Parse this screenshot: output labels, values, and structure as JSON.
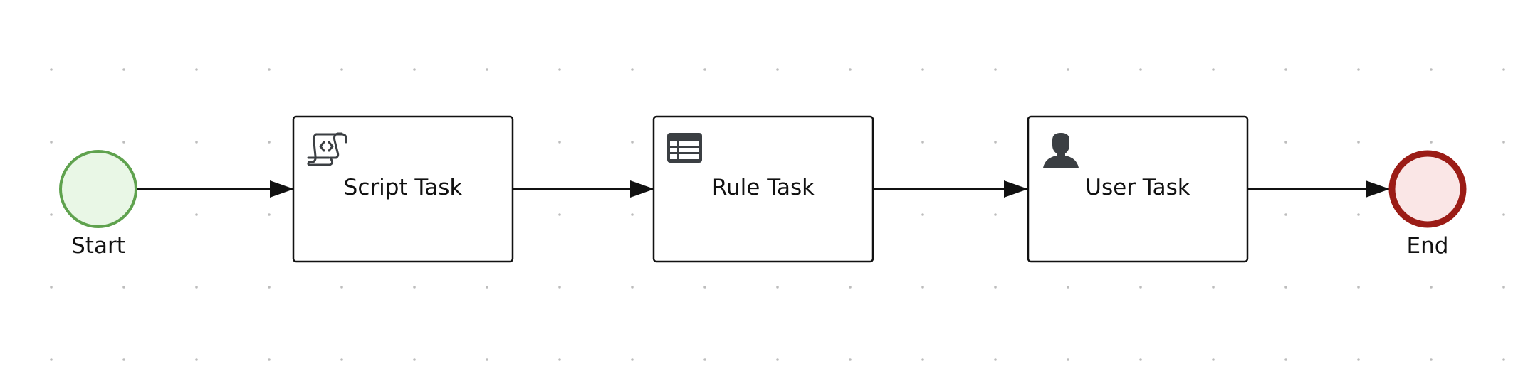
{
  "diagram": {
    "type": "bpmn-process",
    "colors": {
      "start_stroke": "#5fa24e",
      "start_fill": "#e9f7e6",
      "end_stroke": "#9b1c16",
      "end_fill": "#fae6e6",
      "task_stroke": "#111111",
      "edge": "#111111",
      "icon": "#3b3f43",
      "grid_dot": "#bdbdbd"
    },
    "start_event": {
      "label": "Start"
    },
    "end_event": {
      "label": "End"
    },
    "tasks": [
      {
        "label": "Script Task",
        "icon": "script-icon"
      },
      {
        "label": "Rule Task",
        "icon": "table-icon"
      },
      {
        "label": "User Task",
        "icon": "user-icon"
      }
    ]
  }
}
